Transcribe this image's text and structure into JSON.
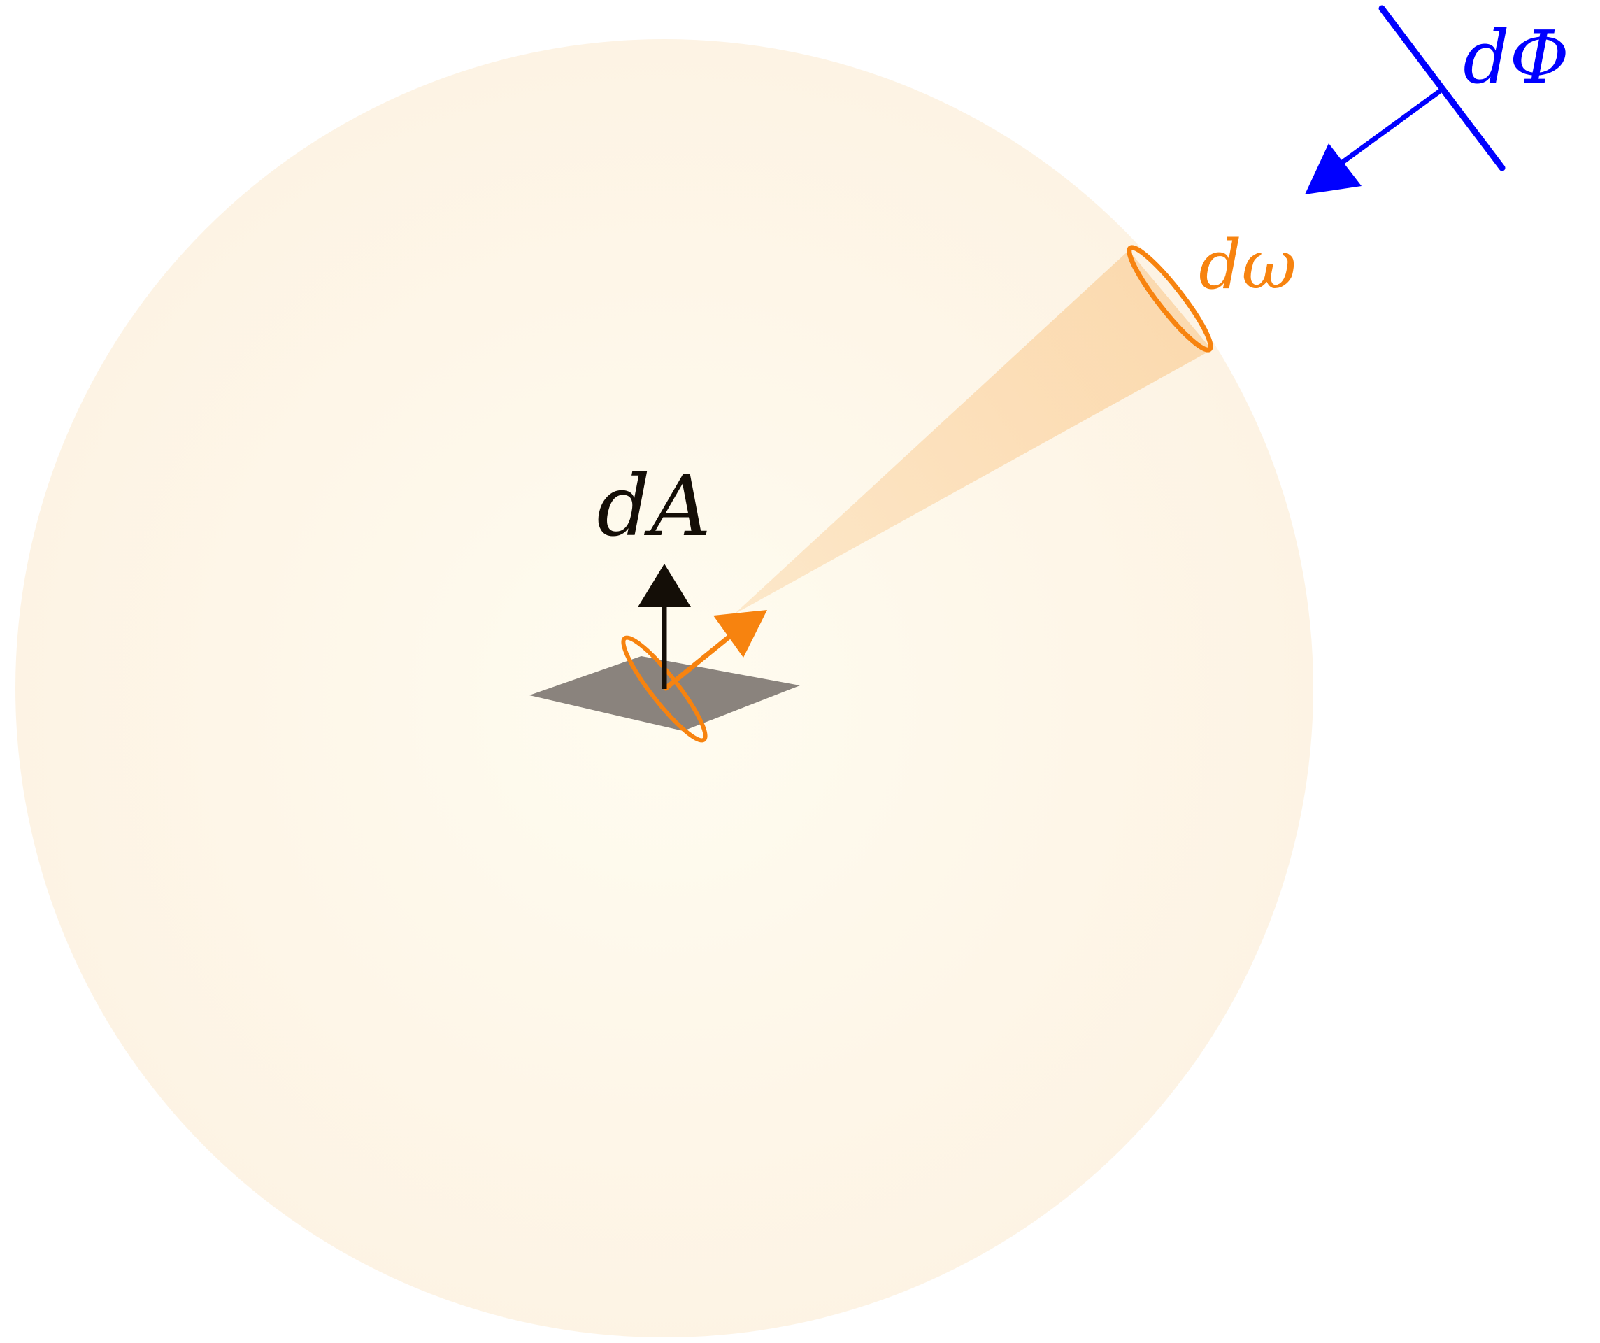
{
  "labels": {
    "area": "dA",
    "solid_angle": "dω",
    "flux": "dΦ"
  },
  "colors": {
    "hemisphere_inner": "#fffcf0",
    "hemisphere_outer": "#fdf3e4",
    "cone_fill": "#fbd9ad",
    "orange": "#f7830f",
    "blue": "#0000ff",
    "patch": "#8a837d",
    "normal": "#140e07",
    "background": "#ffffff"
  }
}
